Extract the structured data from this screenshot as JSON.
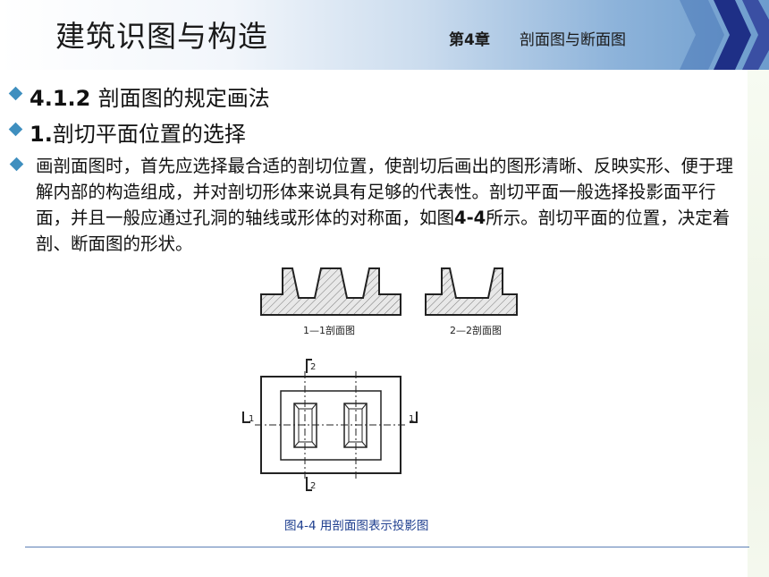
{
  "header": {
    "title": "建筑识图与构造",
    "chapter": "第4章",
    "section": "剖面图与断面图"
  },
  "bullets": [
    {
      "number": "4.1.2",
      "text": "剖面图的规定画法"
    },
    {
      "number": "1.",
      "text": "剖切平面位置的选择"
    }
  ],
  "paragraph": {
    "part1": "画剖面图时，首先应选择最合适的剖切位置，使剖切后画出的图形清晰、反映实形、便于理解内部的构造组成，并对剖切形体来说具有足够的代表性。剖切平面一般选择投影面平行面，并且一般应通过孔洞的轴线或形体的对称面，如图",
    "figref": "4-4",
    "part2": "所示。剖切平面的位置，决定着剖、断面图的形状。"
  },
  "figure": {
    "label_section_1": "1—1剖面图",
    "label_section_2": "2—2剖面图",
    "cut_mark_1": "1",
    "cut_mark_2": "2",
    "caption": "图4-4 用剖面图表示投影图"
  },
  "colors": {
    "bullet": "#3f8fbf",
    "caption": "#1f3f8f",
    "header_gradient_end": "#6d9ccd"
  }
}
